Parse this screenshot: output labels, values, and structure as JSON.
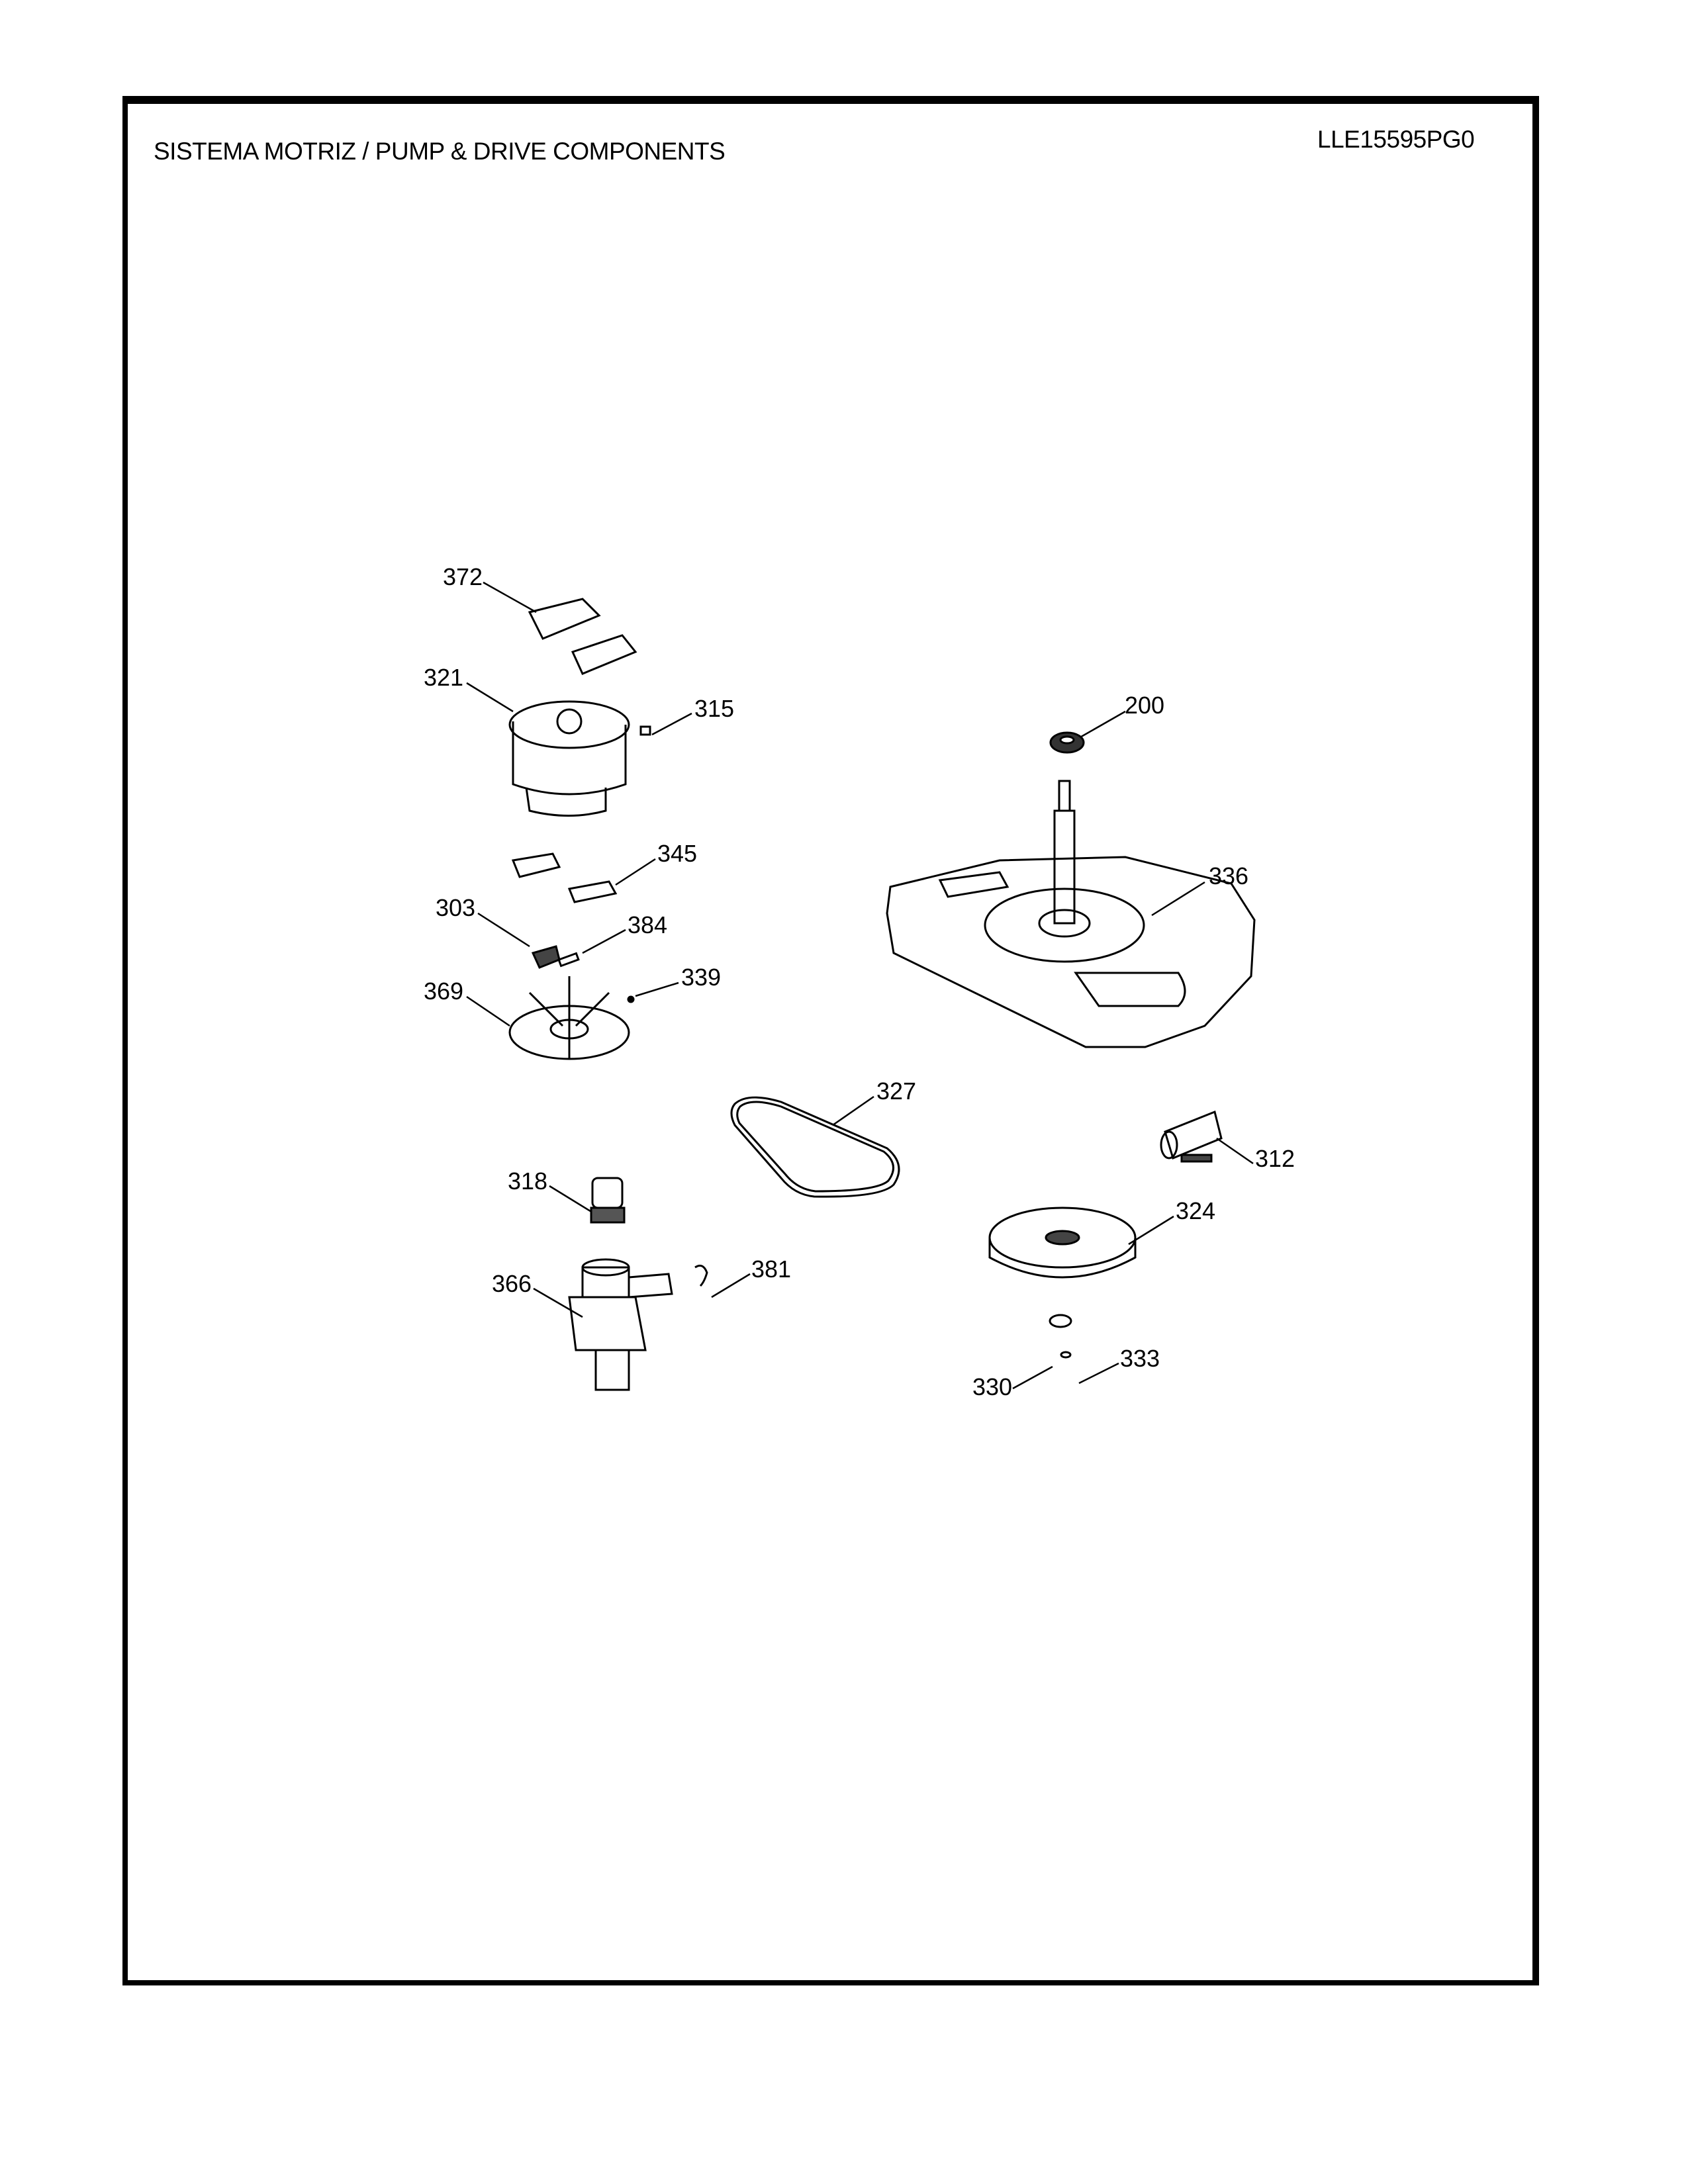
{
  "header": {
    "title": "SISTEMA MOTRIZ / PUMP  &  DRIVE COMPONENTS",
    "model_code": "LLE15595PG0"
  },
  "callouts": [
    {
      "id": "372",
      "label": "372"
    },
    {
      "id": "321",
      "label": "321"
    },
    {
      "id": "315",
      "label": "315"
    },
    {
      "id": "200",
      "label": "200"
    },
    {
      "id": "345",
      "label": "345"
    },
    {
      "id": "336",
      "label": "336"
    },
    {
      "id": "303",
      "label": "303"
    },
    {
      "id": "384",
      "label": "384"
    },
    {
      "id": "339",
      "label": "339"
    },
    {
      "id": "369",
      "label": "369"
    },
    {
      "id": "327",
      "label": "327"
    },
    {
      "id": "312",
      "label": "312"
    },
    {
      "id": "318",
      "label": "318"
    },
    {
      "id": "324",
      "label": "324"
    },
    {
      "id": "381",
      "label": "381"
    },
    {
      "id": "366",
      "label": "366"
    },
    {
      "id": "333",
      "label": "333"
    },
    {
      "id": "330",
      "label": "330"
    }
  ]
}
